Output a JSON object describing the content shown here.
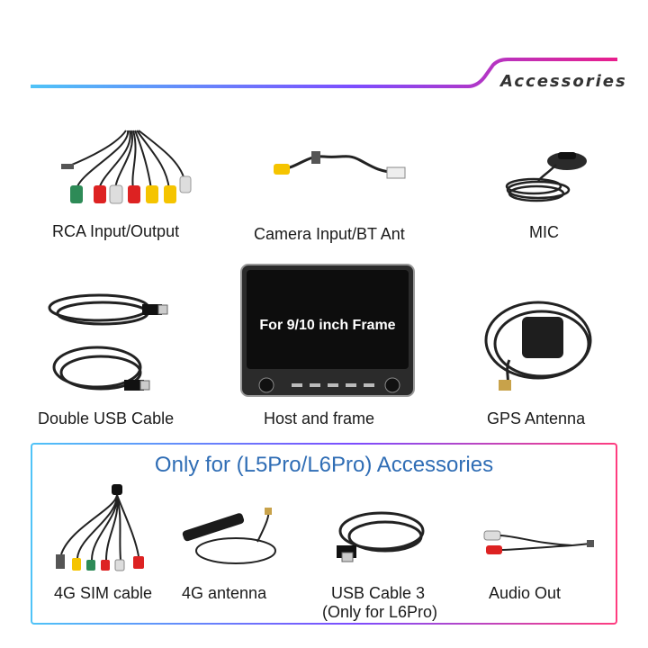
{
  "header": {
    "title": "Accessories",
    "line_colors": [
      "#4fc3f7",
      "#7c4dff",
      "#e91e8c"
    ]
  },
  "accessories": [
    {
      "label": "RCA Input/Output",
      "icon": "rca-cable-icon"
    },
    {
      "label": "Camera Input/BT Ant",
      "icon": "camera-cable-icon"
    },
    {
      "label": "MIC",
      "icon": "microphone-icon"
    },
    {
      "label": "Double USB Cable",
      "icon": "usb-cable-icon"
    },
    {
      "label": "Host and frame",
      "icon": "head-unit-icon"
    },
    {
      "label": "GPS Antenna",
      "icon": "gps-antenna-icon"
    }
  ],
  "host_screen_text": "For 9/10 inch Frame",
  "pro_section": {
    "title": "Only for (L5Pro/L6Pro) Accessories",
    "title_color": "#2f6db5",
    "items": [
      {
        "label": "4G SIM cable",
        "icon": "sim-harness-icon"
      },
      {
        "label": "4G antenna",
        "icon": "lte-antenna-icon"
      },
      {
        "label": "USB Cable 3",
        "label2": "(Only for L6Pro)",
        "icon": "usb-cable-icon"
      },
      {
        "label": "Audio Out",
        "icon": "audio-out-cable-icon"
      }
    ]
  }
}
